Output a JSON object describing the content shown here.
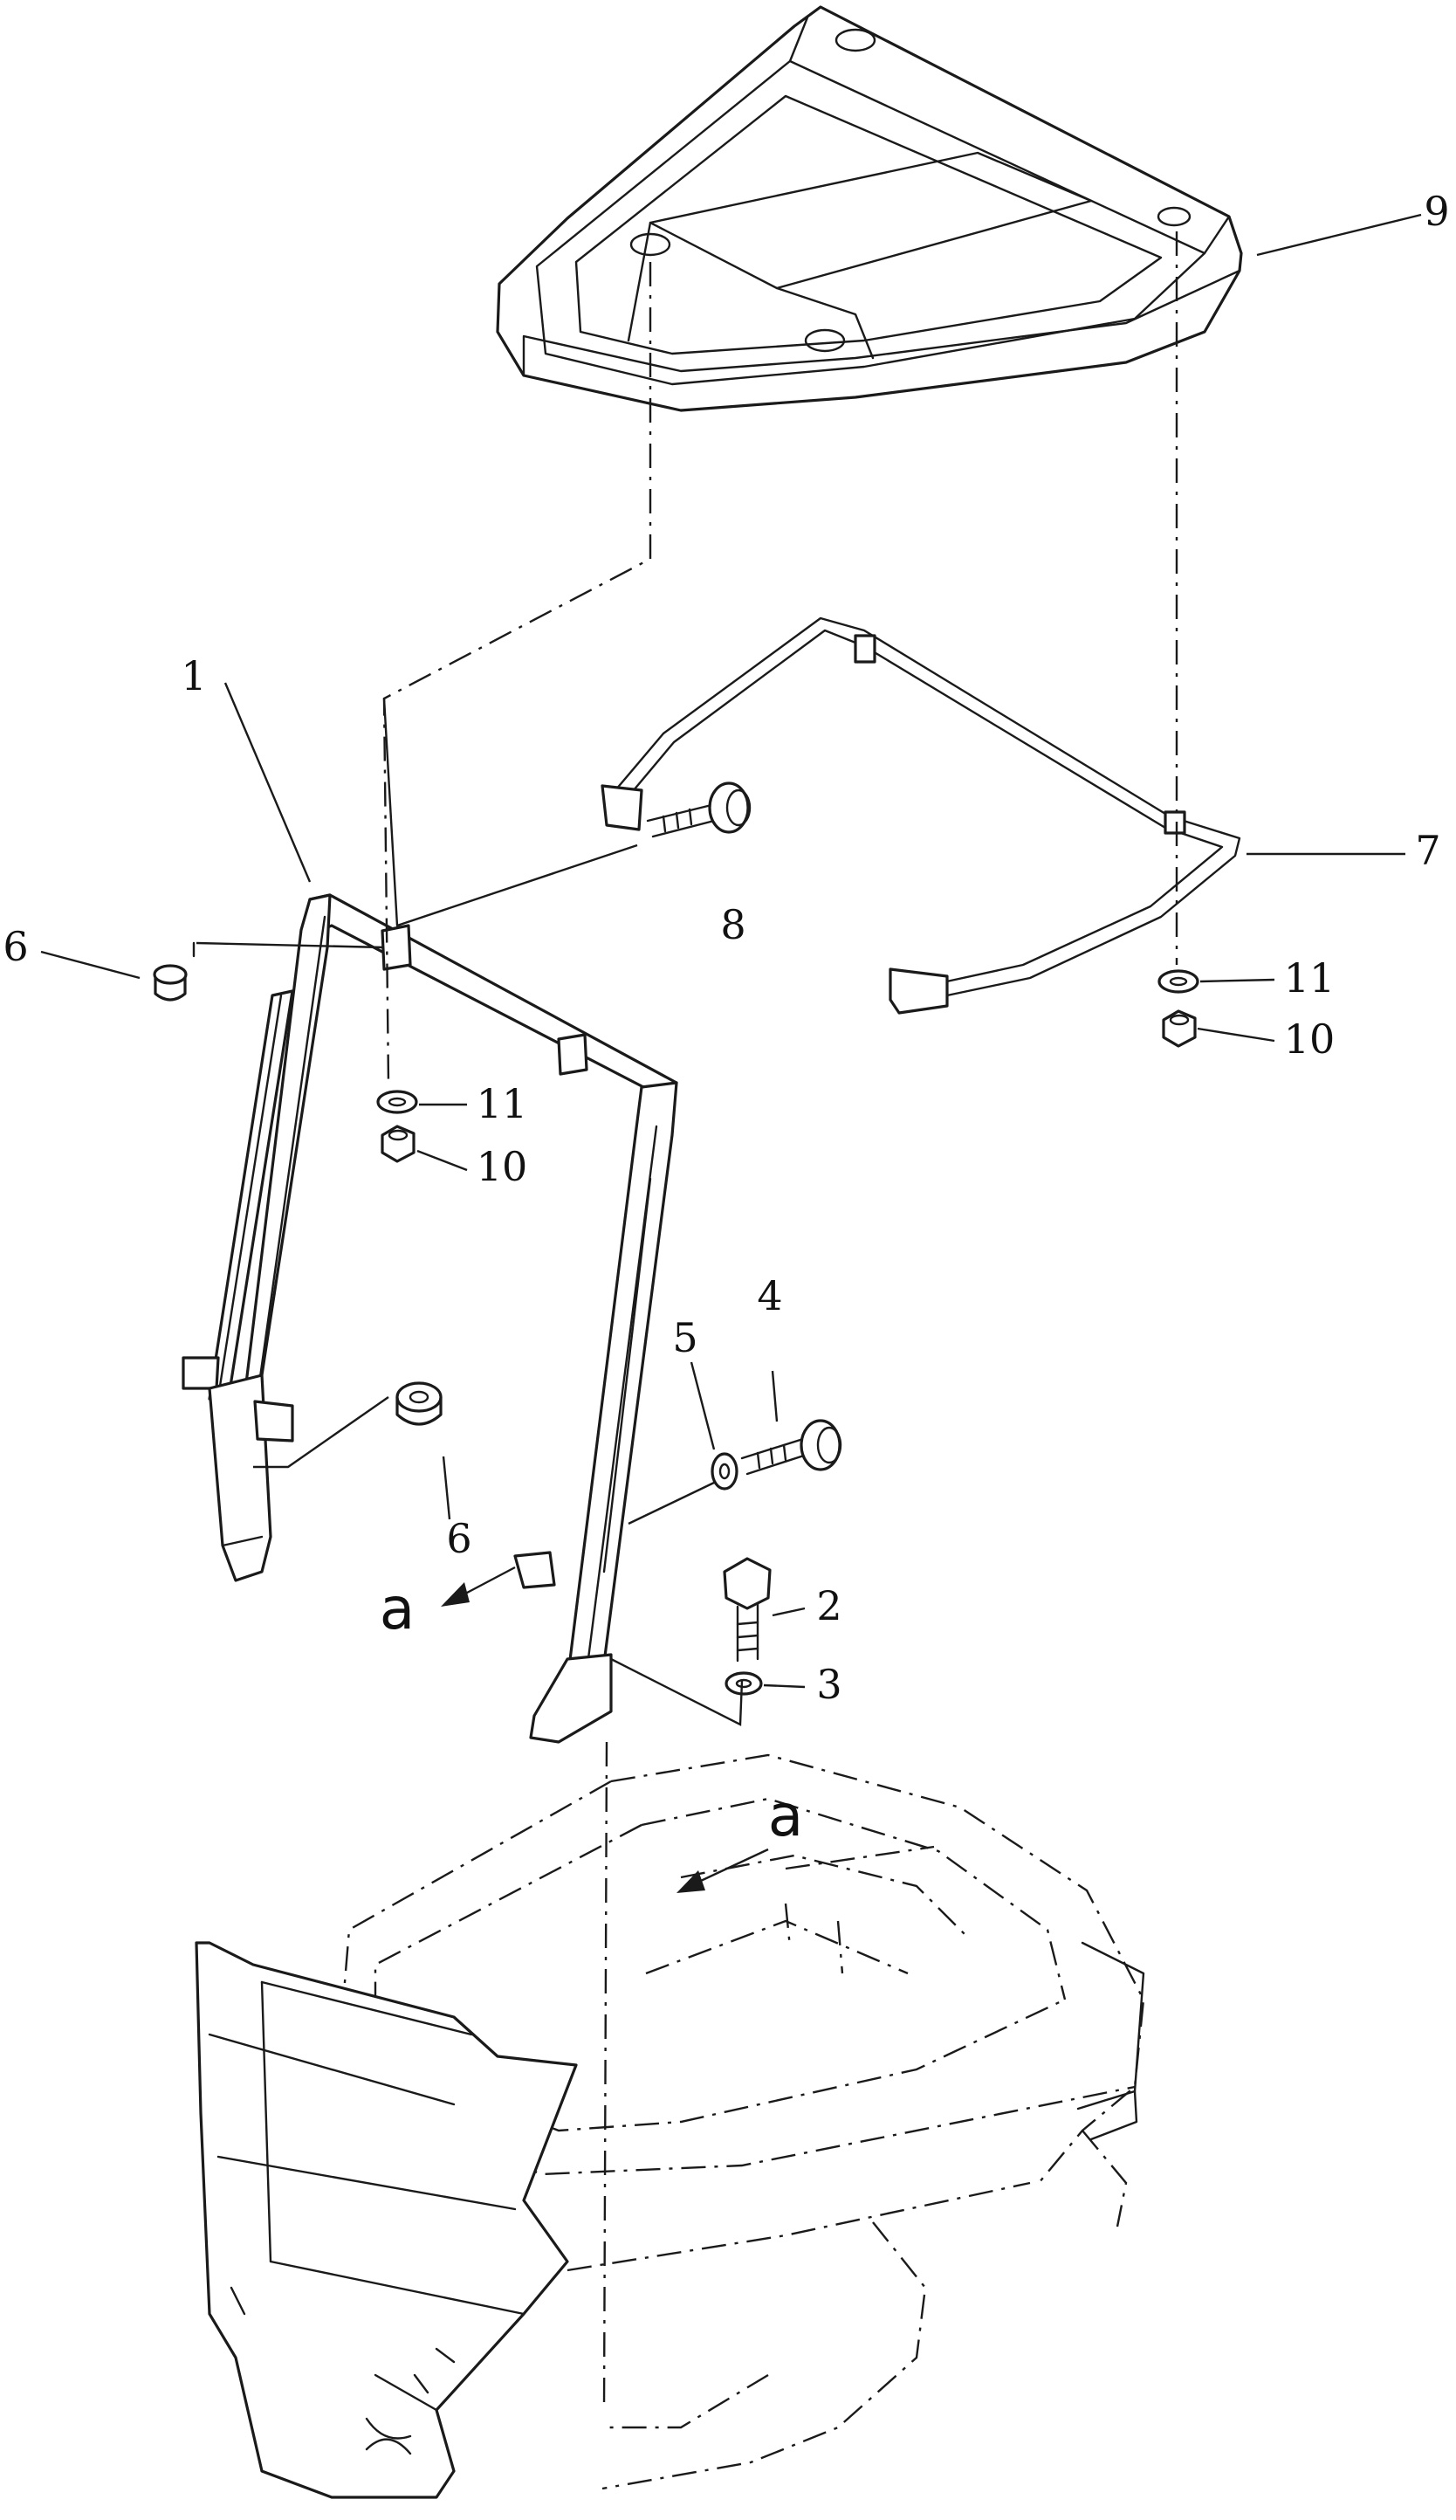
{
  "callouts": {
    "c1": "1",
    "c2": "2",
    "c3": "3",
    "c4": "4",
    "c5": "5",
    "c6_top": "6",
    "c6_bottom": "6",
    "c7": "7",
    "c8": "8",
    "c9": "9",
    "c10_left": "10",
    "c10_right": "10",
    "c11_left": "11",
    "c11_right": "11"
  },
  "view_marks": {
    "a_left": "a",
    "a_floor": "a"
  },
  "colors": {
    "ink": "#1a1a1a",
    "paper": "#ffffff"
  }
}
